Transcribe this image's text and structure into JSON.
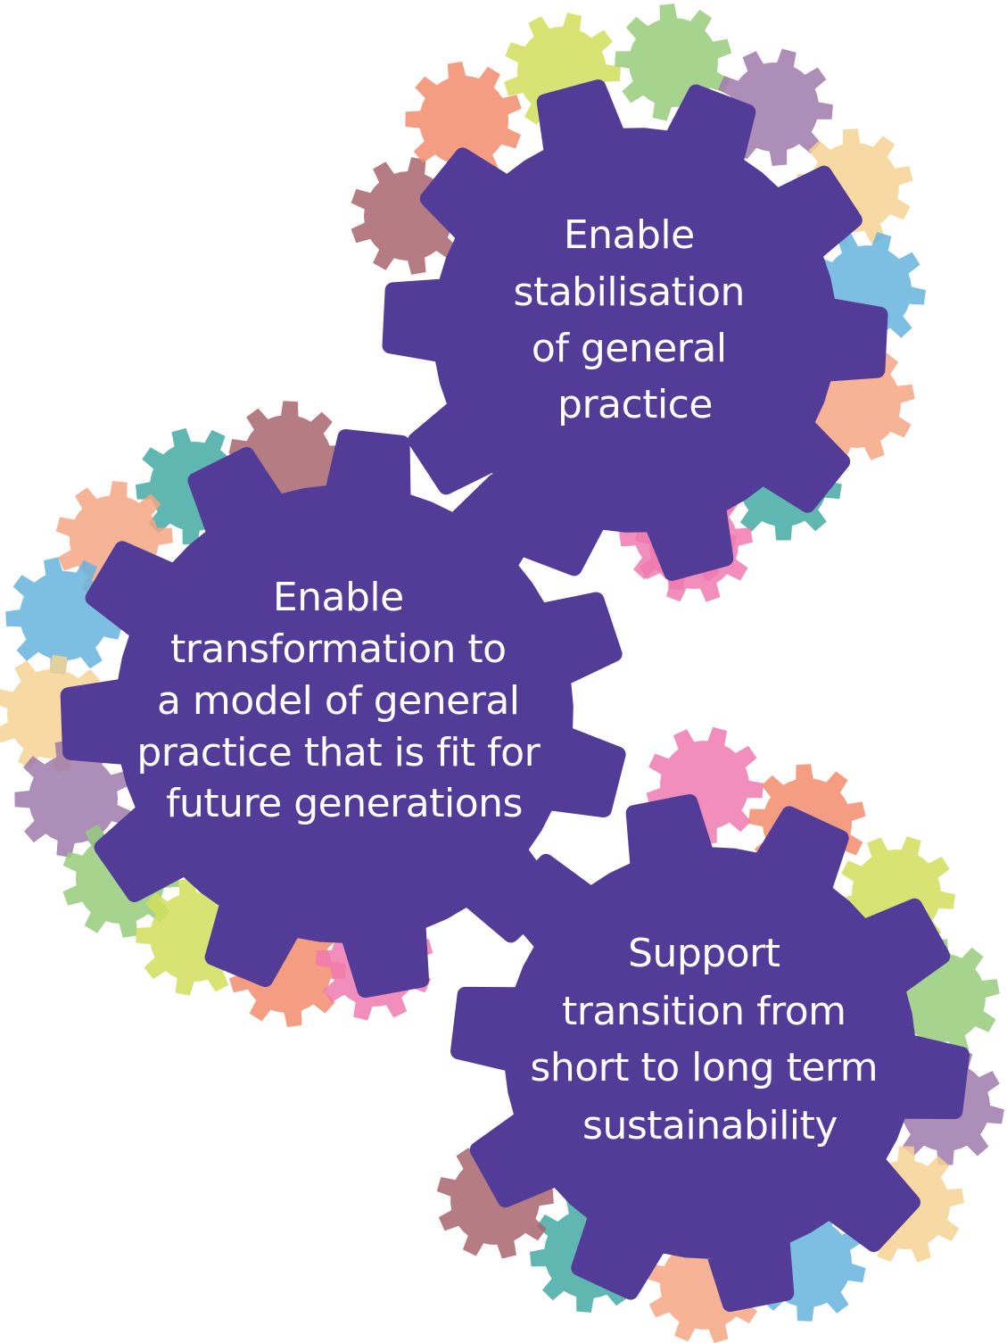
{
  "main_gears": [
    {
      "id": "stabilisation",
      "lines": [
        "Enable",
        "stabilisation",
        "of general",
        "practice"
      ],
      "color": "#533c97"
    },
    {
      "id": "transformation",
      "lines": [
        "Enable",
        "transformation to",
        "a model of general",
        "practice that is fit for",
        "future generations"
      ],
      "color": "#533c97"
    },
    {
      "id": "sustainability",
      "lines": [
        "Support",
        "transition from",
        "short to long term",
        "sustainability"
      ],
      "color": "#533c97"
    }
  ],
  "palette": {
    "salmon": "#f28c6c",
    "lime": "#d2de5c",
    "green": "#96cb7a",
    "purple": "#9f7aab",
    "sand": "#f6d293",
    "blue": "#65b4de",
    "peach": "#f6a682",
    "teal": "#44a9a2",
    "pink": "#ef7ab0",
    "mauve": "#a8656f"
  }
}
